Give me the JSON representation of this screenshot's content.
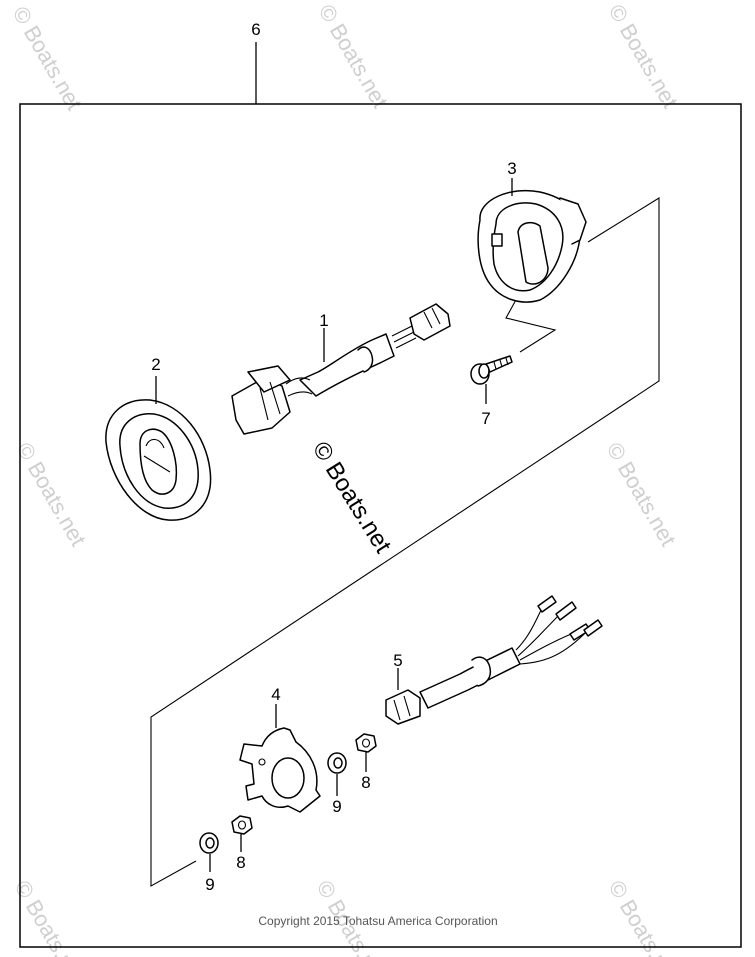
{
  "diagram": {
    "callouts": {
      "c1": "1",
      "c2": "2",
      "c3": "3",
      "c4": "4",
      "c5": "5",
      "c6": "6",
      "c7": "7",
      "c8a": "8",
      "c8b": "8",
      "c9a": "9",
      "c9b": "9"
    },
    "watermark_main": "© Boats.net",
    "watermark_faint": "© Boats.net",
    "copyright": "Copyright 2015 Tohatsu America Corporation"
  }
}
